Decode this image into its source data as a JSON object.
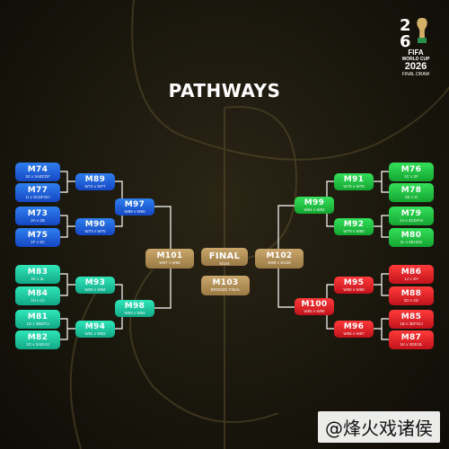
{
  "title": "PATHWAYS",
  "logo": {
    "brand": "FIFA",
    "line1": "WORLD CUP",
    "line2": "2026",
    "line3": "FINAL DRAW",
    "icon": "world-cup-trophy-icon"
  },
  "colors": {
    "background": "#1a170d",
    "blue": "#2563e8",
    "teal": "#1fcc9e",
    "green": "#22c03f",
    "red": "#e0202a",
    "gold": "#b8955a",
    "lines": "#ffffff"
  },
  "r32": {
    "m74": {
      "code": "M74",
      "sub": "1E v 3ABCDF"
    },
    "m77": {
      "code": "M77",
      "sub": "1I v 3CDFGH"
    },
    "m73": {
      "code": "M73",
      "sub": "2A v 2B"
    },
    "m75": {
      "code": "M75",
      "sub": "1F v 2C"
    },
    "m83": {
      "code": "M83",
      "sub": "2K v 2L"
    },
    "m84": {
      "code": "M84",
      "sub": "1H v 2J"
    },
    "m81": {
      "code": "M81",
      "sub": "1D v 3BEFIJ"
    },
    "m82": {
      "code": "M82",
      "sub": "1G v 3AEHIJ"
    },
    "m76": {
      "code": "M76",
      "sub": "1C v 2F"
    },
    "m78": {
      "code": "M78",
      "sub": "2E v 2I"
    },
    "m79": {
      "code": "M79",
      "sub": "1A v 3CEFHI"
    },
    "m80": {
      "code": "M80",
      "sub": "1L v 3EHIJK"
    },
    "m86": {
      "code": "M86",
      "sub": "1J v 2H"
    },
    "m88": {
      "code": "M88",
      "sub": "2D v 2G"
    },
    "m85": {
      "code": "M85",
      "sub": "1B v 3EFGIJ"
    },
    "m87": {
      "code": "M87",
      "sub": "1K v 3DEIJL"
    }
  },
  "r16": {
    "m89": {
      "code": "M89",
      "sub": "W74 v W77"
    },
    "m90": {
      "code": "M90",
      "sub": "W73 v W75"
    },
    "m93": {
      "code": "M93",
      "sub": "W83 v W84"
    },
    "m94": {
      "code": "M94",
      "sub": "W81 v W82"
    },
    "m91": {
      "code": "M91",
      "sub": "W76 v W78"
    },
    "m92": {
      "code": "M92",
      "sub": "W79 v W80"
    },
    "m95": {
      "code": "M95",
      "sub": "W86 v W88"
    },
    "m96": {
      "code": "M96",
      "sub": "W85 v W87"
    }
  },
  "qf": {
    "m97": {
      "code": "M97",
      "sub": "W89 v W90"
    },
    "m98": {
      "code": "M98",
      "sub": "W93 v W94"
    },
    "m99": {
      "code": "M99",
      "sub": "W91 v W92"
    },
    "m100": {
      "code": "M100",
      "sub": "W95 v W96"
    }
  },
  "sf": {
    "m101": {
      "code": "M101",
      "sub": "W97 v W98"
    },
    "m102": {
      "code": "M102",
      "sub": "W99 v W100"
    }
  },
  "final": {
    "code": "FINAL",
    "sub": "M104"
  },
  "bronze": {
    "code": "M103",
    "sub": "BRONZE FINAL"
  },
  "watermark": "@烽火戏诸侯"
}
